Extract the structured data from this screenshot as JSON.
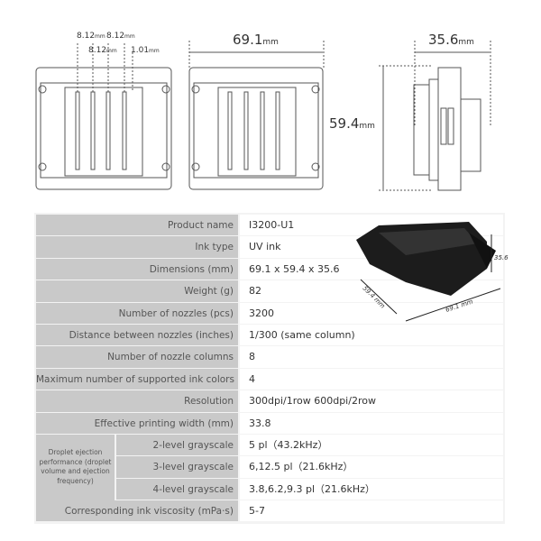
{
  "drawings": {
    "front_pitch_1": "8.12",
    "front_pitch_2": "8.12",
    "front_pitch_3": "8.12",
    "front_offset": "1.01",
    "unit": "mm",
    "width": "69.1",
    "height": "59.4",
    "depth": "35.6"
  },
  "photo_labels": {
    "depth": "35.6 mm",
    "height": "59.4 mm",
    "width": "69.1 mm"
  },
  "specs": [
    {
      "label": "Product name",
      "value": "I3200-U1"
    },
    {
      "label": "Ink type",
      "value": "UV ink"
    },
    {
      "label": "Dimensions (mm)",
      "value": "69.1 x 59.4 x 35.6"
    },
    {
      "label": "Weight (g)",
      "value": "82"
    },
    {
      "label": "Number of nozzles (pcs)",
      "value": "3200"
    },
    {
      "label": "Distance between nozzles (inches)",
      "value": "1/300 (same column)"
    },
    {
      "label": "Number of nozzle columns",
      "value": "8"
    },
    {
      "label": "Maximum number of supported ink colors",
      "value": "4"
    },
    {
      "label": "Resolution",
      "value": "300dpi/1row 600dpi/2row"
    },
    {
      "label": "Effective printing width (mm)",
      "value": "33.8"
    }
  ],
  "droplet": {
    "group_label": "Droplet ejection performance (droplet volume and ejection frequency)",
    "rows": [
      {
        "label": "2-level grayscale",
        "value": "5 pl（43.2kHz）"
      },
      {
        "label": "3-level grayscale",
        "value": "6,12.5 pl（21.6kHz）"
      },
      {
        "label": "4-level grayscale",
        "value": "3.8,6.2,9.3 pl（21.6kHz）"
      }
    ]
  },
  "viscosity": {
    "label": "Corresponding ink viscosity (mPa·s)",
    "value": "5-7"
  }
}
